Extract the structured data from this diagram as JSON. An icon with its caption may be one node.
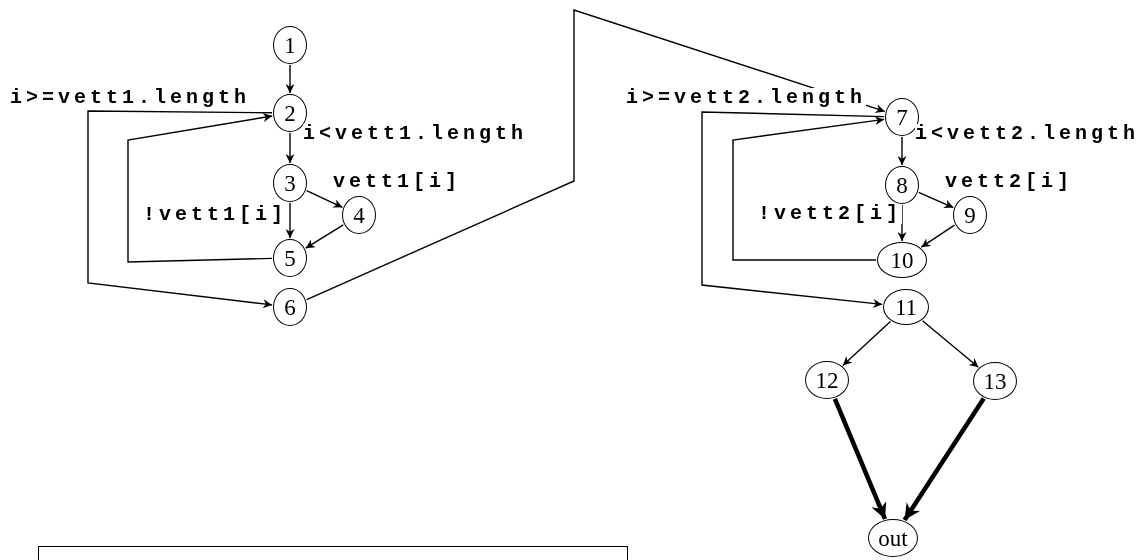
{
  "diagram": {
    "nodes": [
      {
        "text": [
          "1"
        ]
      },
      {
        "text": [
          "2"
        ]
      },
      {
        "text": [
          "3"
        ]
      },
      {
        "text": [
          "4"
        ]
      },
      {
        "text": [
          "5"
        ]
      },
      {
        "text": [
          "6"
        ]
      },
      {
        "text": [
          "7"
        ]
      },
      {
        "text": [
          "8"
        ]
      },
      {
        "text": [
          "9"
        ]
      },
      {
        "text": [
          "10"
        ]
      },
      {
        "text": [
          "11"
        ]
      },
      {
        "text": [
          "12"
        ]
      },
      {
        "text": [
          "13"
        ]
      },
      {
        "text": [
          "out"
        ]
      },
      {
        "text": [],
        "shape": "box"
      }
    ],
    "edges": [
      {
        "from": 0,
        "to": 1,
        "arrow": "to"
      },
      {
        "from": 1,
        "to": 2,
        "arrow": "to",
        "label": "i<vett1.length"
      },
      {
        "from": 2,
        "to": 3,
        "arrow": "to",
        "label": "vett1[i]"
      },
      {
        "from": 2,
        "to": 4,
        "arrow": "to",
        "label": "!vett1[i]"
      },
      {
        "from": 3,
        "to": 4,
        "arrow": "to"
      },
      {
        "from": 4,
        "to": 1,
        "arrow": "to"
      },
      {
        "from": 1,
        "to": 5,
        "arrow": "to",
        "label": "i>=vett1.length"
      },
      {
        "from": 5,
        "to": 6,
        "arrow": "to"
      },
      {
        "from": 6,
        "to": 7,
        "arrow": "to",
        "label": "i<vett2.length"
      },
      {
        "from": 7,
        "to": 8,
        "arrow": "to",
        "label": "vett2[i]"
      },
      {
        "from": 7,
        "to": 9,
        "arrow": "to",
        "label": "!vett2[i]"
      },
      {
        "from": 8,
        "to": 9,
        "arrow": "to"
      },
      {
        "from": 9,
        "to": 6,
        "arrow": "to"
      },
      {
        "from": 6,
        "to": 10,
        "arrow": "to",
        "label": "i>=vett2.length"
      },
      {
        "from": 10,
        "to": 11,
        "arrow": "to"
      },
      {
        "from": 10,
        "to": 12,
        "arrow": "to"
      },
      {
        "from": 11,
        "to": 13,
        "arrow": "to",
        "style": "thick"
      },
      {
        "from": 12,
        "to": 13,
        "arrow": "to",
        "style": "thick"
      }
    ]
  }
}
